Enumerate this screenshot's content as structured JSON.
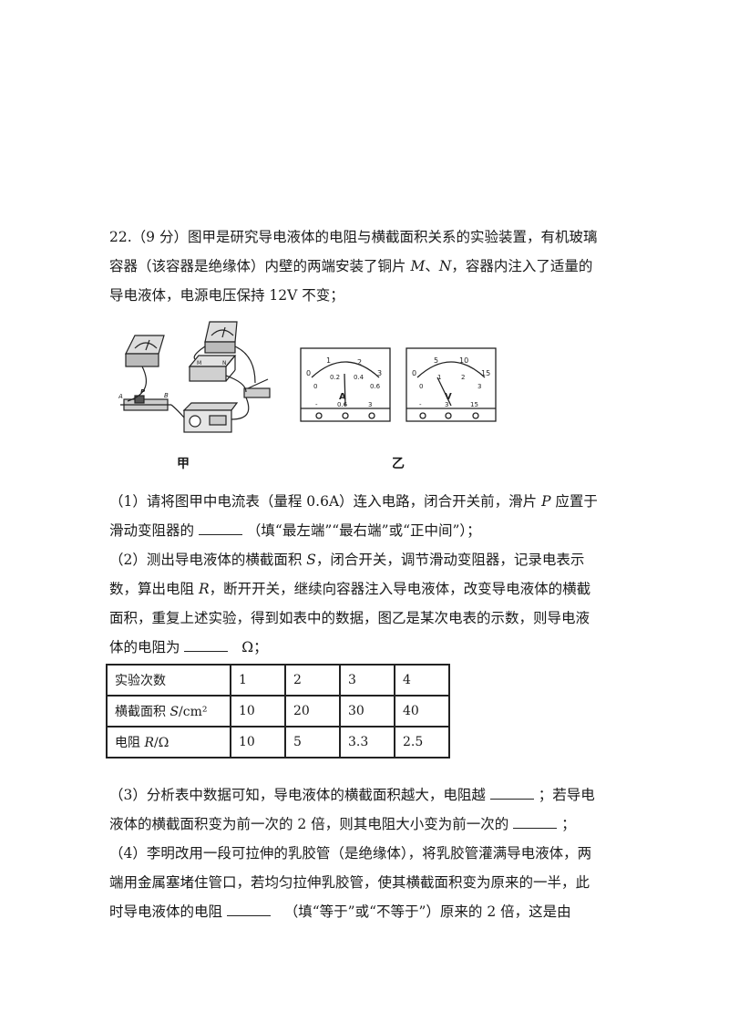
{
  "question": {
    "intro_lines": [
      "22.（9 分）图甲是研究导电液体的电阻与横截面积关系的实验装置，有机玻璃",
      "导电液体，电源电压保持 12V 不变；"
    ],
    "intro_line2_parts": [
      "容器（该容器是绝缘体）内壁的两端安装了铜片 ",
      "M",
      "、",
      "N",
      "，容器内注入了适量的"
    ]
  },
  "figure": {
    "label_jia": "甲",
    "label_yi": "乙",
    "ammeter_scale_top": [
      "0",
      "1",
      "2",
      "3"
    ],
    "ammeter_scale_bottom": [
      "0",
      "0.2",
      "0.4",
      "0.6"
    ],
    "ammeter_terminals": [
      "-",
      "0.6",
      "3"
    ],
    "ammeter_symbol": "A",
    "voltmeter_scale_top": [
      "0",
      "5",
      "10",
      "15"
    ],
    "voltmeter_scale_bottom": [
      "0",
      "1",
      "2",
      "3"
    ],
    "voltmeter_terminals": [
      "-",
      "3",
      "15"
    ],
    "voltmeter_symbol": "V",
    "rheostat_labels": [
      "A",
      "P",
      "B"
    ],
    "container_labels": [
      "M",
      "N"
    ]
  },
  "part1": {
    "line1_parts": [
      "（1）请将图甲中电流表（量程 0.6A）连入电路，闭合开关前，滑片 ",
      "P",
      " 应置于"
    ],
    "line2_before": "滑动变阻器的",
    "line2_after": "（填“最左端”“最右端”或“正中间”）；"
  },
  "part2": {
    "line1_parts": [
      "（2）测出导电液体的横截面积 ",
      "S",
      "，闭合开关，调节滑动变阻器，记录电表示"
    ],
    "line2_parts": [
      "数，算出电阻 ",
      "R",
      "，断开开关，继续向容器注入导电液体，改变导电液体的横截"
    ],
    "line3": "面积，重复上述实验，得到如表中的数据，图乙是某次电表的示数，则导电液",
    "line4_before": "体的电阻为",
    "line4_after": "Ω；"
  },
  "table": {
    "rows": [
      {
        "head": "实验次数",
        "head_italic": "",
        "head_unit": "",
        "values": [
          "1",
          "2",
          "3",
          "4"
        ]
      },
      {
        "head": "横截面积 ",
        "head_italic": "S",
        "head_unit": "/cm²",
        "values": [
          "10",
          "20",
          "30",
          "40"
        ]
      },
      {
        "head": "电阻 ",
        "head_italic": "R",
        "head_unit": "/Ω",
        "values": [
          "10",
          "5",
          "3.3",
          "2.5"
        ]
      }
    ]
  },
  "part3": {
    "line1_before": "（3）分析表中数据可知，导电液体的横截面积越大，电阻越",
    "line1_after": "；若导电",
    "line2_before": "液体的横截面积变为前一次的 2 倍，则其电阻大小变为前一次的",
    "line2_after": "；"
  },
  "part4": {
    "line1": "（4）李明改用一段可拉伸的乳胶管（是绝缘体），将乳胶管灌满导电液体，两",
    "line2": "端用金属塞堵住管口，若均匀拉伸乳胶管，使其横截面积变为原来的一半，此",
    "line3_before": "时导电液体的电阻",
    "line3_after": "（填“等于”或“不等于”）原来的 2 倍，这是由"
  }
}
